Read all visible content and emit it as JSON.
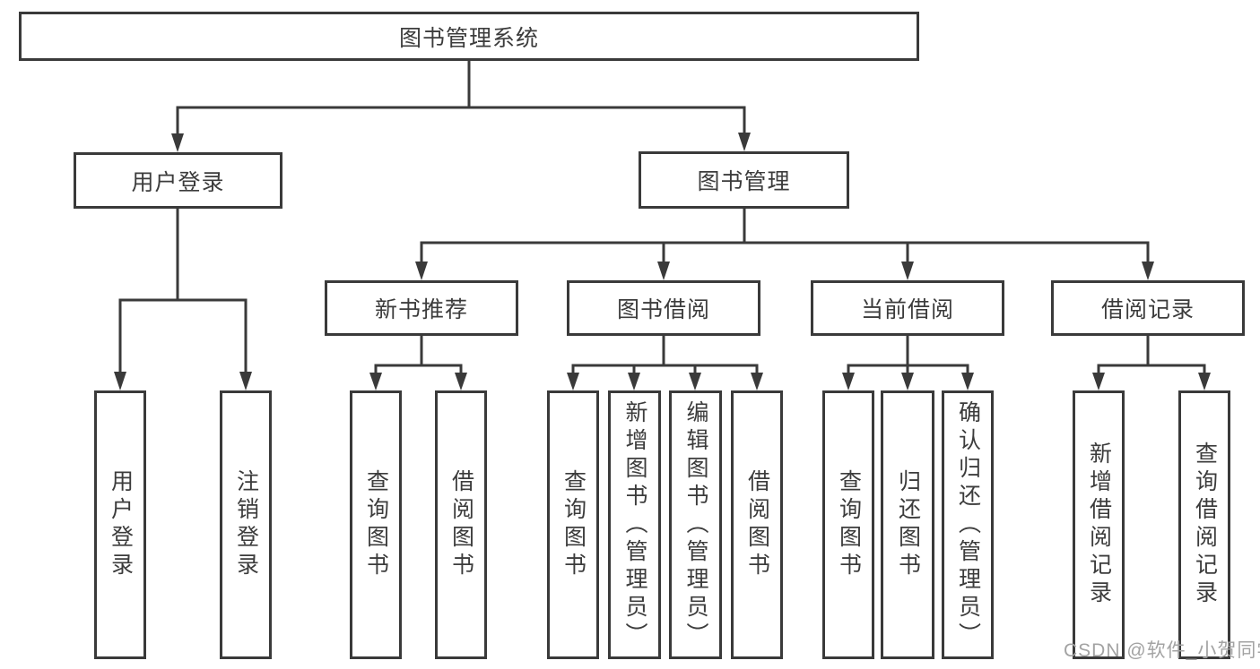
{
  "tree": {
    "label": "图书管理系统",
    "children": [
      {
        "label": "用户登录",
        "children": [
          {
            "label": "用户登录"
          },
          {
            "label": "注销登录"
          }
        ]
      },
      {
        "label": "图书管理",
        "children": [
          {
            "label": "新书推荐",
            "children": [
              {
                "label": "查询图书"
              },
              {
                "label": "借阅图书"
              }
            ]
          },
          {
            "label": "图书借阅",
            "children": [
              {
                "label": "查询图书"
              },
              {
                "label": "新增图书（管理员）"
              },
              {
                "label": "编辑图书（管理员）"
              },
              {
                "label": "借阅图书"
              }
            ]
          },
          {
            "label": "当前借阅",
            "children": [
              {
                "label": "查询图书"
              },
              {
                "label": "归还图书"
              },
              {
                "label": "确认归还（管理员）"
              }
            ]
          },
          {
            "label": "借阅记录",
            "children": [
              {
                "label": "新增借阅记录"
              },
              {
                "label": "查询借阅记录"
              }
            ]
          }
        ]
      }
    ]
  },
  "watermark": "CSDN @软件_小贺同学",
  "colors": {
    "line": "#3a3a3a",
    "text": "#3c3c3c",
    "background": "#ffffff",
    "watermark": "#a3a3a3"
  }
}
